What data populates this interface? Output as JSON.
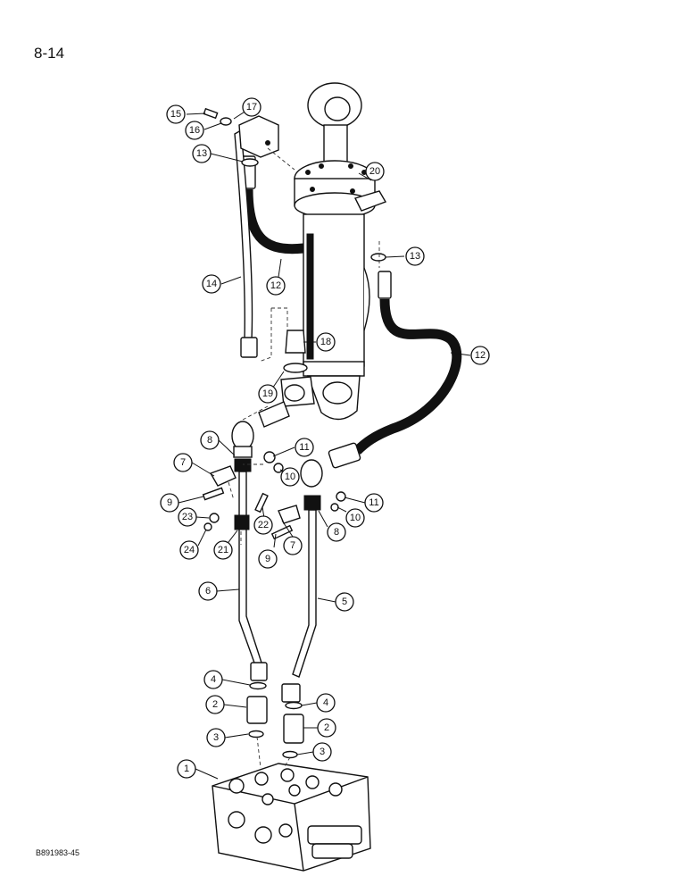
{
  "page": {
    "page_number": "8-14",
    "figure_code": "B891983-45"
  },
  "callouts": [
    {
      "num": "1"
    },
    {
      "num": "2"
    },
    {
      "num": "2"
    },
    {
      "num": "3"
    },
    {
      "num": "3"
    },
    {
      "num": "4"
    },
    {
      "num": "4"
    },
    {
      "num": "5"
    },
    {
      "num": "6"
    },
    {
      "num": "7"
    },
    {
      "num": "7"
    },
    {
      "num": "8"
    },
    {
      "num": "8"
    },
    {
      "num": "9"
    },
    {
      "num": "9"
    },
    {
      "num": "10"
    },
    {
      "num": "10"
    },
    {
      "num": "11"
    },
    {
      "num": "11"
    },
    {
      "num": "12"
    },
    {
      "num": "12"
    },
    {
      "num": "13"
    },
    {
      "num": "13"
    },
    {
      "num": "14"
    },
    {
      "num": "15"
    },
    {
      "num": "16"
    },
    {
      "num": "17"
    },
    {
      "num": "18"
    },
    {
      "num": "19"
    },
    {
      "num": "20"
    },
    {
      "num": "21"
    },
    {
      "num": "22"
    },
    {
      "num": "23"
    },
    {
      "num": "24"
    }
  ]
}
